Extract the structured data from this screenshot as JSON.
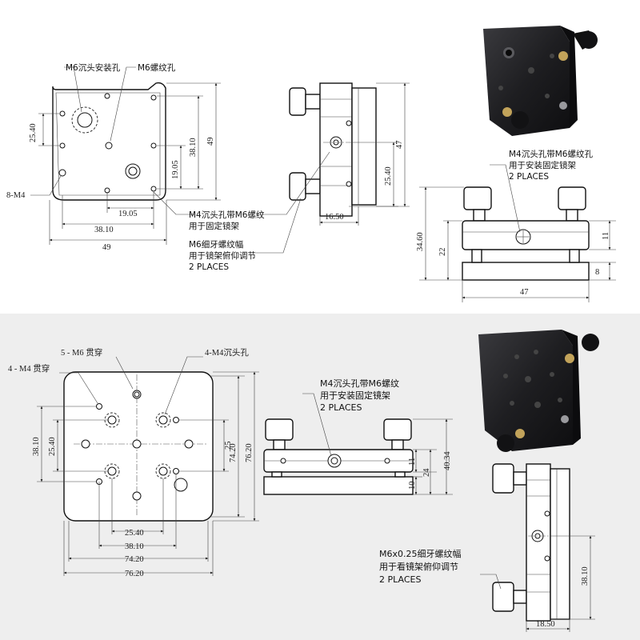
{
  "top": {
    "plan": {
      "label_countersunk": "M6沉头安装孔",
      "label_thread": "M6螺纹孔",
      "label_m4": "8-M4",
      "dim_25_40": "25.40",
      "dim_38_10": "38.10",
      "dim_49_v": "49",
      "dim_19_05_v": "19.05",
      "dim_19_05_h": "19.05",
      "dim_38_10_h": "38.10",
      "dim_49_h": "49"
    },
    "front": {
      "dim_47": "47",
      "dim_25_40": "25.40",
      "dim_16_50": "16.50",
      "callout1_line1": "M4沉头孔带M6螺纹",
      "callout1_line2": "用于固定镜架",
      "callout2_line1": "M6细牙螺纹幅",
      "callout2_line2": "用于镜架俯仰调节",
      "callout2_line3": "2 PLACES"
    },
    "side": {
      "callout_line1": "M4沉头孔带M6螺纹孔",
      "callout_line2": "用于安装固定镜架",
      "callout_line3": "2 PLACES",
      "dim_34_60": "34.60",
      "dim_22": "22",
      "dim_11": "11",
      "dim_8": "8",
      "dim_47": "47"
    }
  },
  "bottom": {
    "plan": {
      "label_m6": "5 - M6 贯穿",
      "label_m4_cs": "4-M4沉头孔",
      "label_m4": "4 - M4 贯穿",
      "dim_38_10_v": "38.10",
      "dim_25_40_v": "25.40",
      "dim_25_v": "25",
      "dim_74_20_v": "74.20",
      "dim_76_20_v": "76.20",
      "dim_25_40_h": "25.40",
      "dim_38_10_h": "38.10",
      "dim_74_20_h": "74.20",
      "dim_76_20_h": "76.20"
    },
    "front": {
      "callout_line1": "M4沉头孔带M6螺纹",
      "callout_line2": "用于安装固定镜架",
      "callout_line3": "2 PLACES",
      "dim_11": "11",
      "dim_24": "24",
      "dim_40_34": "40.34",
      "dim_10": "10"
    },
    "side": {
      "callout_line1": "M6x0.25细牙螺纹幅",
      "callout_line2": "用于看镜架俯仰调节",
      "callout_line3": "2 PLACES",
      "dim_38_10": "38.10",
      "dim_18_50": "18.50"
    }
  },
  "colors": {
    "bottom_bg": "#eeeeee",
    "metal": "#1c1c1e",
    "line": "#111111"
  }
}
